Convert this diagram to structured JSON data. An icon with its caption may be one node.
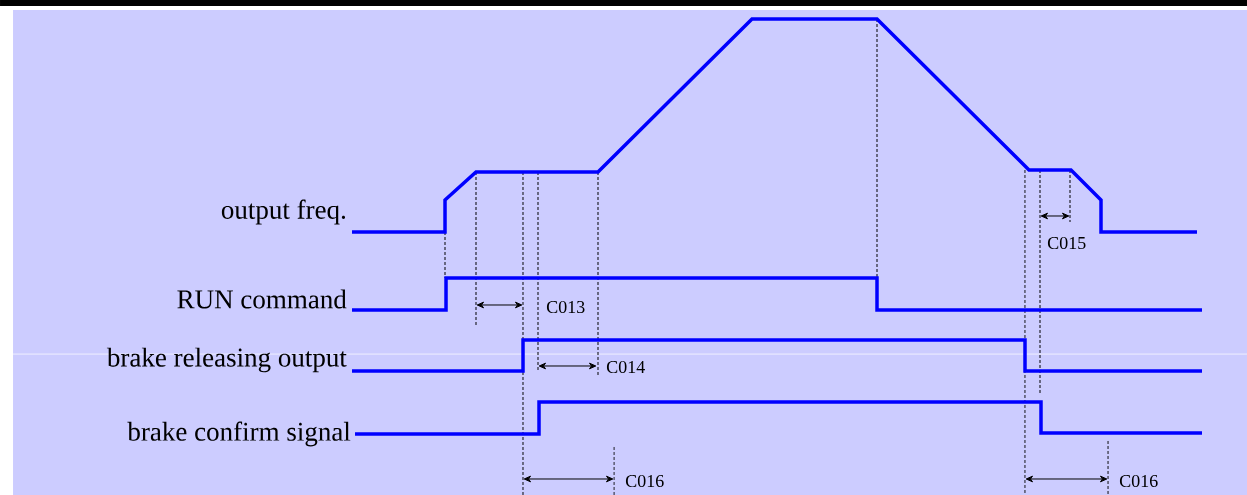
{
  "diagram": {
    "labels": [
      "output freq.",
      "C015",
      "RUN command",
      "C013",
      "brake releasing output",
      "C014",
      "brake confirm signal",
      "C016",
      "C016"
    ]
  }
}
